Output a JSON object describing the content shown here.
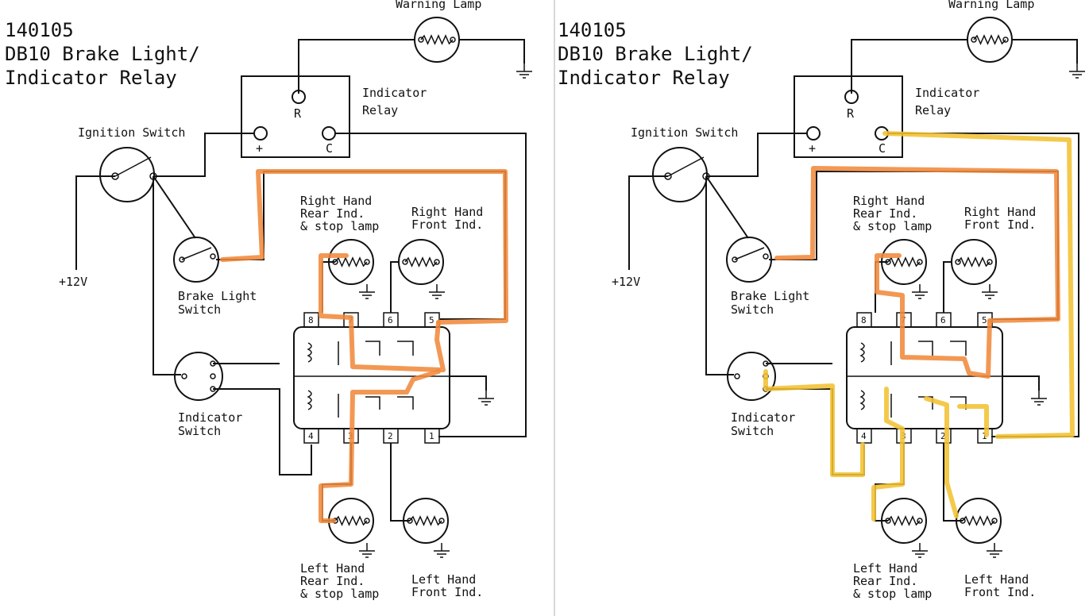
{
  "panels": [
    {
      "id": "left",
      "title": [
        "140105",
        "DB10 Brake Light/",
        "Indicator Relay"
      ],
      "labels": {
        "warning_lamp": "Warning Lamp",
        "relay": [
          "Indicator",
          "Relay"
        ],
        "relay_pins": {
          "r": "R",
          "plus": "+",
          "c": "C"
        },
        "ignition": "Ignition Switch",
        "supply": "+12V",
        "brake_switch": [
          "Brake Light",
          "Switch"
        ],
        "indicator_switch": [
          "Indicator",
          "Switch"
        ],
        "rh_rear": [
          "Right Hand",
          "Rear Ind.",
          "& stop lamp"
        ],
        "rh_front": [
          "Right Hand",
          "Front Ind."
        ],
        "lh_rear": [
          "Left Hand",
          "Rear Ind.",
          "& stop lamp"
        ],
        "lh_front": [
          "Left Hand",
          "Front Ind."
        ],
        "top_pins": [
          "8",
          "7",
          "6",
          "5"
        ],
        "bottom_pins": [
          "4",
          "3",
          "2",
          "1"
        ]
      },
      "highlight": {
        "orange": "#f08a3c",
        "yellow": "#f2c232"
      }
    },
    {
      "id": "right",
      "title": [
        "140105",
        "DB10 Brake Light/",
        "Indicator Relay"
      ],
      "labels": {
        "warning_lamp": "Warning Lamp",
        "relay": [
          "Indicator",
          "Relay"
        ],
        "relay_pins": {
          "r": "R",
          "plus": "+",
          "c": "C"
        },
        "ignition": "Ignition Switch",
        "supply": "+12V",
        "brake_switch": [
          "Brake Light",
          "Switch"
        ],
        "indicator_switch": [
          "Indicator",
          "Switch"
        ],
        "rh_rear": [
          "Right Hand",
          "Rear Ind.",
          "& stop lamp"
        ],
        "rh_front": [
          "Right Hand",
          "Front Ind."
        ],
        "lh_rear": [
          "Left Hand",
          "Rear Ind.",
          "& stop lamp"
        ],
        "lh_front": [
          "Left Hand",
          "Front Ind."
        ],
        "top_pins": [
          "8",
          "7",
          "6",
          "5"
        ],
        "bottom_pins": [
          "4",
          "3",
          "2",
          "1"
        ]
      },
      "highlight": {
        "orange": "#f08a3c",
        "yellow": "#f2c232"
      }
    }
  ]
}
